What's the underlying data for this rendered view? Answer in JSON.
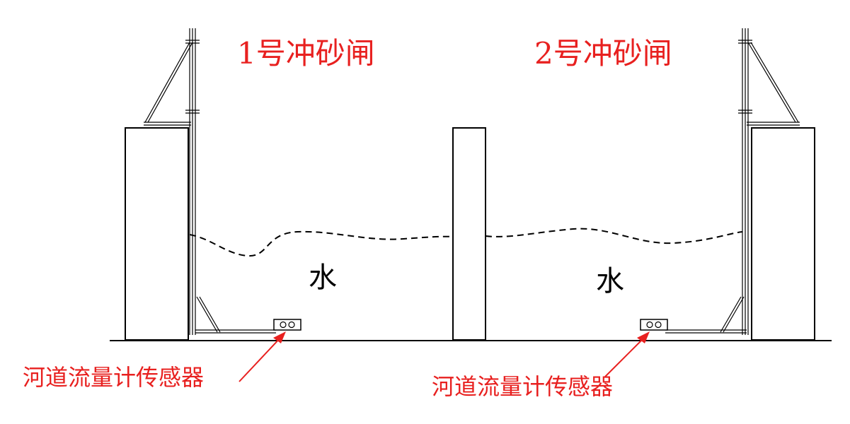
{
  "gates": [
    {
      "title": "1号冲砂闸",
      "water_label": "水",
      "sensor_label": "河道流量计传感器"
    },
    {
      "title": "2号冲砂闸",
      "water_label": "水",
      "sensor_label": "河道流量计传感器"
    }
  ],
  "colors": {
    "label": "#e8201f",
    "line": "#000000",
    "background": "#ffffff"
  }
}
